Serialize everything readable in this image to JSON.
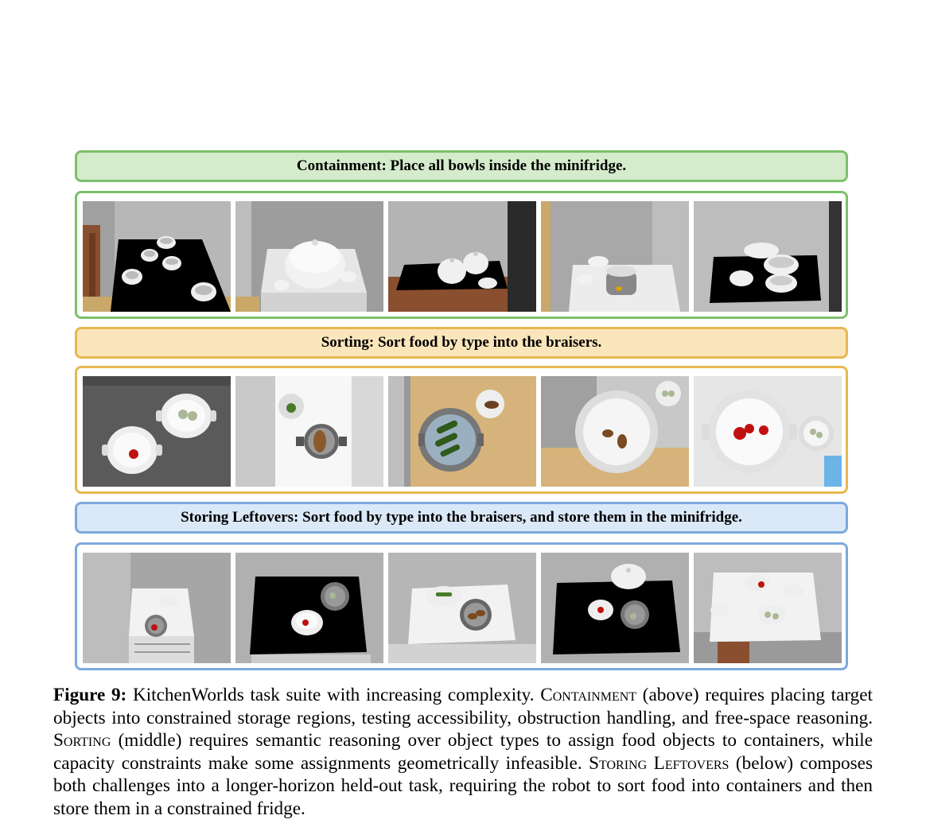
{
  "rows": [
    {
      "title": "Containment: Place all bowls inside the minifridge.",
      "accent": "#7cc06b",
      "fill": "#d4ebcc"
    },
    {
      "title": "Sorting: Sort food by type into the braisers.",
      "accent": "#e7b84f",
      "fill": "#fbe6bb"
    },
    {
      "title": "Storing Leftovers: Sort food by type into the braisers, and store them in the minifridge.",
      "accent": "#7ca9de",
      "fill": "#dbe8f7"
    }
  ],
  "caption": {
    "label": "Figure 9:",
    "t1": " KitchenWorlds task suite with increasing complexity. ",
    "sc1": "Containment",
    "t2": " (above) requires placing target objects into constrained storage regions, testing accessibility, obstruction handling, and free-space reasoning.  ",
    "sc2": "Sorting",
    "t3": " (middle) requires semantic reasoning over object types to assign food objects to containers, while capacity constraints make some assignments geometrically infeasible. ",
    "sc3": "Storing Leftovers",
    "t4": " (below) composes both challenges into a longer-horizon held-out task, requiring the robot to sort food into containers and then store them in a constrained fridge."
  }
}
